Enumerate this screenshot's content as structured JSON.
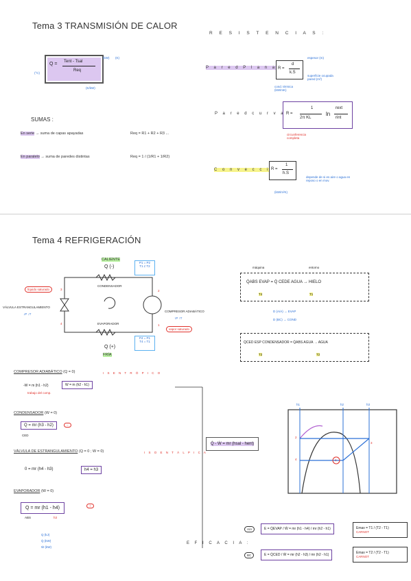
{
  "tema3": {
    "title": "Tema 3  TRANSMISIÓN DE CALOR",
    "main_formula": {
      "q": "Q =",
      "num": "Tent - Tsal",
      "den": "Req"
    },
    "unit_kw": "(kW)",
    "unit_k": "(K)",
    "unit_c": "(°C)",
    "unit_kwk": "(K/kW)",
    "sumas_label": "SUMAS :",
    "serie_label": "En serie",
    "serie_text": "suma de capas apayadas",
    "serie_result": "Req = R1 + R2 + R3 ...",
    "paralelo_label": "En paralelo",
    "paralelo_text": "suma de paredes distintas",
    "paralelo_result": "Req = 1 / (1/R1 + 1/R2)",
    "resistencias_title": "R E S I S T E N C I A S :",
    "pared_plana_label": "P a r e d   P l a n a",
    "plana_formula": {
      "r": "R =",
      "num": "d",
      "den": "k.S"
    },
    "espesor_note": "espesor (m)",
    "superficie_note": "superficie ocupada pared (m²)",
    "conductividad_note": "cond. térmica (kW/mK)",
    "pared_curva_label": "P a r e d   c u r v a",
    "curva_formula": {
      "r": "R =",
      "num": "1",
      "den": "2π KL",
      "ln": "ln",
      "lnnum": "rext",
      "lnden": "rint"
    },
    "curva_note": "circunferencia completa",
    "conveccion_label": "C o n v e c c i ó n",
    "conv_formula": {
      "r": "R =",
      "num": "1",
      "den": "h.S"
    },
    "conv_note": "depende de si es aire o agua en reposo o en mov.",
    "conv_unit": "(kW/m²K)"
  },
  "tema4": {
    "title": "Tema 4  REFRIGERACIÓN",
    "caliente": "CALIENTE",
    "q_minus": "Q (-)",
    "box_top": [
      "P1 = P2",
      "T1 ≠ T2"
    ],
    "condensador": "CONDENSADOR",
    "evaporador": "EVAPORADOR",
    "compresor_label": "COMPRESOR ADIABÁTICO",
    "compresor_sub": "↑P  ↑T",
    "valvula_label": "VÁLVULA ESTRANGULAMIENTO",
    "valvula_sub": "↓P  ↓T",
    "liquido_sat": "líquido saturado",
    "vapor_sat": "vapor saturado",
    "box_bottom": [
      "P4 = P1",
      "T4 = T1"
    ],
    "q_plus": "Q (+)",
    "fria": "FRÍA",
    "nodes": [
      "1",
      "2",
      "3",
      "4"
    ],
    "compresor_title": "COMPRESOR ADIABÁTICO",
    "compresor_cond": "(Q = 0)",
    "isentropico": "I S E N T R Ó P I C O",
    "compresor_eq1": "-W = m (h1 - h2)",
    "compresor_eq2": "W = m (h2 - h1)",
    "compresor_note": "trabajo del comp.",
    "condensador_title": "CONDENSADOR",
    "condensador_cond": "(W = 0)",
    "condensador_eq": "Q = mr (h3 - h2)",
    "minus": "−",
    "ced": "CED",
    "valvula_title": "VÁLVULA DE ESTRANGULAMIENTO",
    "valvula_cond": "(Q = 0 ; W = 0)",
    "isoentalpica": "I S O E N T Á L P I C A",
    "valvula_eq1": "0 = mr (h4 - h3)",
    "valvula_eq2": "h4 = h3",
    "evaporador_title": "EVAPORADOR",
    "evaporador_cond": "(W = 0)",
    "evaporador_eq": "Q = mr (h1 - h4)",
    "h3": "h3",
    "plus": "+",
    "abs": "ABS",
    "units": [
      "Q (kJ)",
      "Q̇ (kW)",
      "Ẇ (kW)"
    ],
    "big_eq": "Q̇ - Ẇ = mr (hsal - hent)",
    "qabs_eq": "Q̇ABS EVAP = Q̇ CEDE AGUA → HIELO",
    "t4": "T4",
    "t1": "T1",
    "maquina": "máquina",
    "entorno": "entorno",
    "d_ab": "D (A/A) → EVAP",
    "d_bc": "D (BC) → COND",
    "qced_eq": "Q̇CED ESP CONDENSADOR = Q̇ABS AGUA → AGUA",
    "t2": "T2",
    "diagram_labels": [
      "h1",
      "h2",
      "h3",
      "1",
      "2",
      "3",
      "4"
    ],
    "eficacia": "E F I C A C I A :",
    "eff_ab_tag": "A/A",
    "eff_ab": "E = Q̇EVAP / Ẇ = mr (h1 - h4) / mr (h2 - h1)",
    "eff_bc_tag": "BC",
    "eff_bc": "E = Q̇CED / Ẇ = mr (h2 - h3) / mr (h2 - h1)",
    "emax1": "Emax = T1 / (T2 - T1)",
    "emax2": "Emax = T2 / (T2 - T1)",
    "carnot": "CARNOT"
  }
}
